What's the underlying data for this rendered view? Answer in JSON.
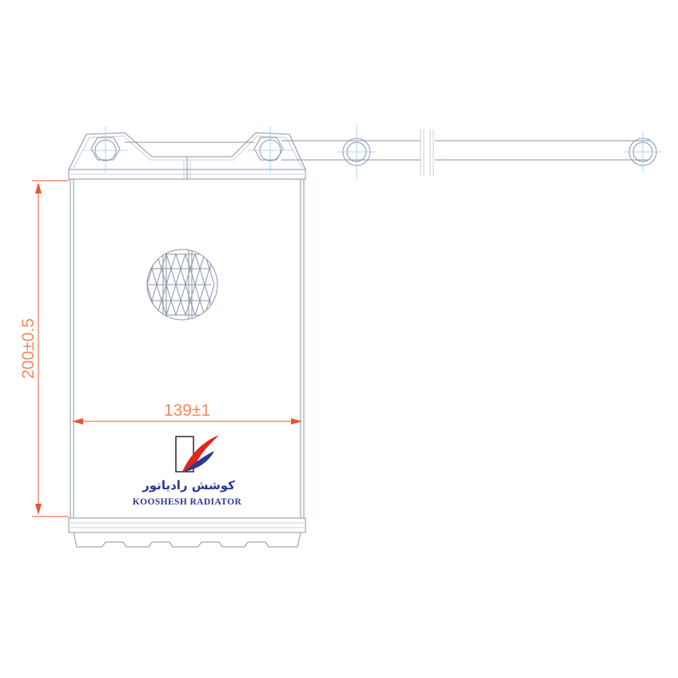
{
  "dimensions": {
    "height_label": "200±0.5",
    "width_label": "139±1"
  },
  "logo": {
    "name_en": "KOOSHESH RADIATOR",
    "name_fa": "کوشش رادیاتور",
    "colors": {
      "blue": "#2b3990",
      "red": "#e1251b"
    }
  },
  "colors": {
    "outline": "#8a93a8",
    "centerline": "#8fd0e6",
    "dimension": "#e4572e"
  }
}
